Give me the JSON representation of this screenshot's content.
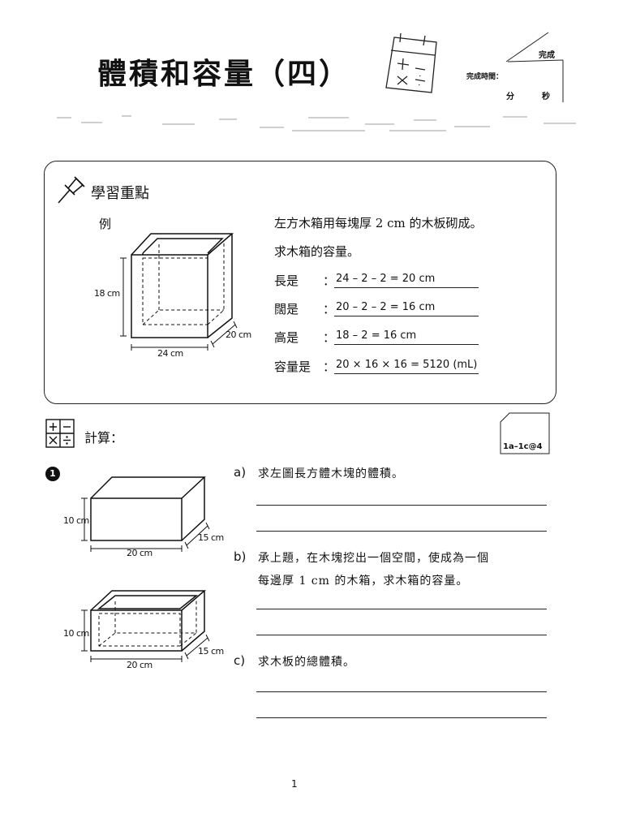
{
  "header": {
    "title": "體積和容量（四）",
    "done_label": "完成",
    "time_label": "完成時間：",
    "minutes_label": "分",
    "seconds_label": "秒"
  },
  "learning_focus": {
    "title": "學習重點",
    "example_label": "例",
    "figure": {
      "height": "18 cm",
      "width": "24 cm",
      "depth": "20 cm"
    },
    "intro_line_1": "左方木箱用每塊厚 2 cm 的木板砌成。",
    "intro_line_2": "求木箱的容量。",
    "steps": [
      {
        "label": "長是",
        "colon": "：",
        "value": "24 – 2 – 2 = 20 cm"
      },
      {
        "label": "闊是",
        "colon": "：",
        "value": "20 – 2 – 2 = 16 cm"
      },
      {
        "label": "高是",
        "colon": "：",
        "value": "18 – 2 = 16 cm"
      },
      {
        "label": "容量是",
        "colon": "：",
        "value": "20 × 16 × 16 = 5120 (mL)"
      }
    ]
  },
  "calculation": {
    "label": "計算：",
    "code": "1a–1c@4",
    "question_number": "1",
    "figure_top": {
      "height": "10 cm",
      "width": "20 cm",
      "depth": "15 cm"
    },
    "figure_bottom": {
      "height": "10 cm",
      "width": "20 cm",
      "depth": "15 cm"
    },
    "parts": [
      {
        "letter": "a)",
        "text_1": "求左圖長方體木塊的體積。",
        "text_2": ""
      },
      {
        "letter": "b)",
        "text_1": "承上題，在木塊挖出一個空間，使成為一個",
        "text_2": "每邊厚 1 cm 的木箱，求木箱的容量。"
      },
      {
        "letter": "c)",
        "text_1": "求木板的總體積。",
        "text_2": ""
      }
    ]
  },
  "footer": {
    "page_number": "1"
  }
}
